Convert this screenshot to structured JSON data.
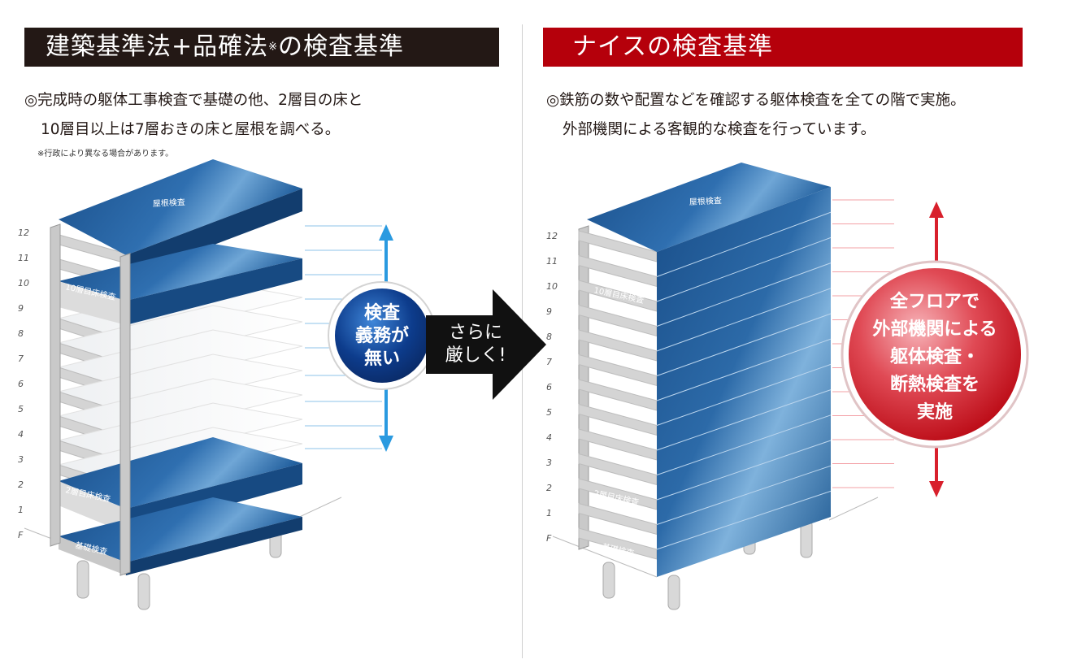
{
  "left": {
    "title_main": "建築基準法+品確法",
    "title_mark": "※",
    "title_tail": "の検査基準",
    "desc_line1": "◎完成時の躯体工事検査で基礎の他、2層目の床と",
    "desc_line2": "10層目以上は7層おきの床と屋根を調べる。",
    "note": "※行政により異なる場合があります。",
    "label_roof": "屋根検査",
    "label_floor10": "10層目床検査",
    "label_floor2": "2層目床検査",
    "label_foundation": "基礎検査",
    "bubble_lines": [
      "検査",
      "義務が",
      "無い"
    ]
  },
  "arrow": {
    "lines": [
      "さらに",
      "厳しく!"
    ]
  },
  "right": {
    "title": "ナイスの検査基準",
    "desc_line1": "◎鉄筋の数や配置などを確認する躯体検査を全ての階で実施。",
    "desc_line2": "外部機関による客観的な検査を行っています。",
    "label_roof": "屋根検査",
    "label_floor10": "10層目床検査",
    "label_floor2": "2層目床検査",
    "label_foundation": "基礎検査",
    "bubble_lines": [
      "全フロアで",
      "外部機関による",
      "躯体検査・",
      "断熱検査を",
      "実施"
    ]
  },
  "floor_labels": [
    "12",
    "11",
    "10",
    "9",
    "8",
    "7",
    "6",
    "5",
    "4",
    "3",
    "2",
    "1",
    "F"
  ],
  "colors": {
    "left_banner": "#231815",
    "right_banner": "#b5000b",
    "slab_blue": "#1a4f8a",
    "slab_light": "#6fa6d6",
    "bubble_blue": "#0d3c8c",
    "bubble_red": "#d8202c",
    "arrow_black": "#111111",
    "guide_blue": "#8cc3ea",
    "guide_red": "#f3a0a6"
  }
}
